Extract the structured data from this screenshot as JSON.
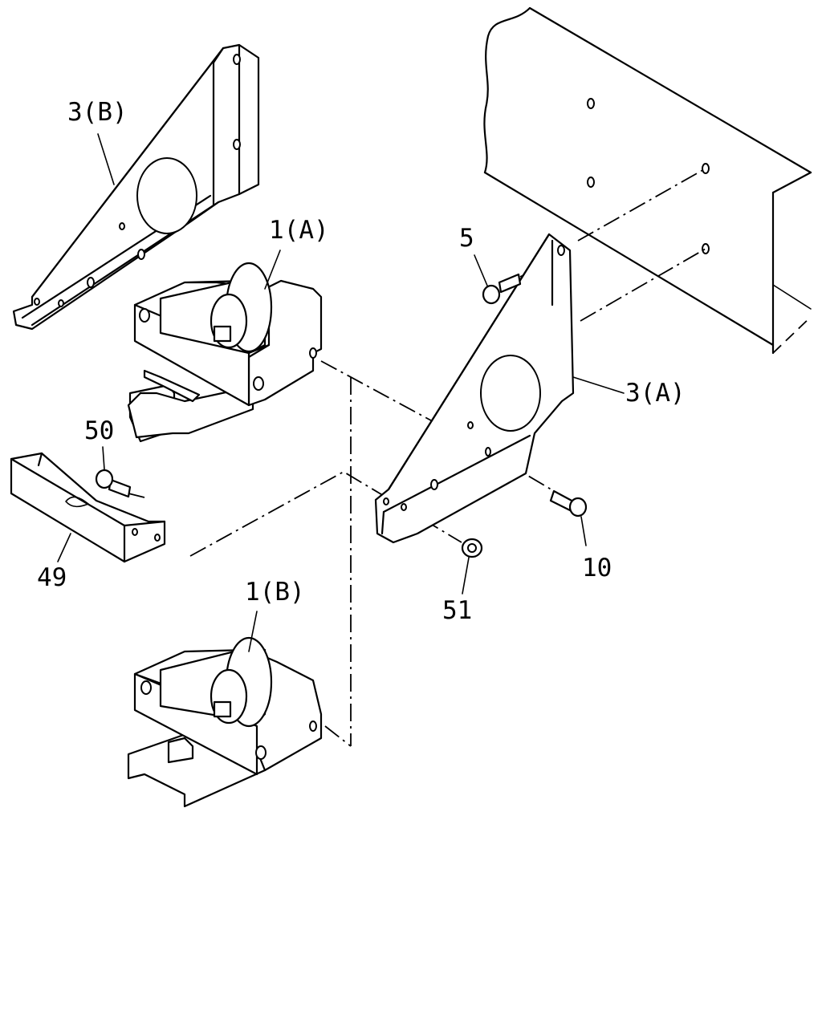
{
  "labels": {
    "bracket_3b": "3(B)",
    "mount_1a": "1(A)",
    "bolt_5": "5",
    "bracket_3a": "3(A)",
    "bolt_50": "50",
    "bolt_10": "10",
    "cover_49": "49",
    "nut_51": "51",
    "mount_1b": "1(B)"
  },
  "colors": {
    "line": "#000000",
    "background": "#ffffff"
  }
}
